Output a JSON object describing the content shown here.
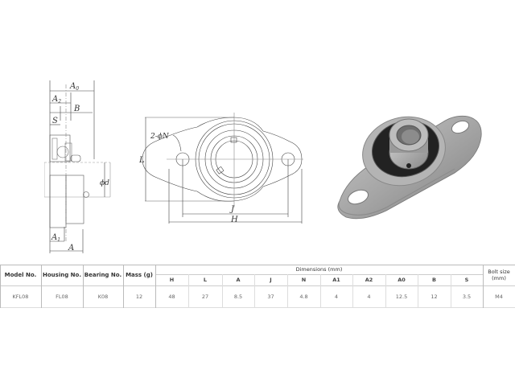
{
  "drawing": {
    "side_view_labels": {
      "A0": "A",
      "A0_sub": "0",
      "A2": "A",
      "A2_sub": "2",
      "B": "B",
      "S": "S",
      "d": "ϕd",
      "A1": "A",
      "A1_sub": "1",
      "A": "A"
    },
    "front_view_labels": {
      "N": "2-ϕN",
      "L": "L",
      "J": "J",
      "H": "H"
    }
  },
  "photo": {
    "description": "KFL08 zinc alloy pillow block flange bearing",
    "body_color": "#a9a9a9",
    "seal_color": "#1e1e1e"
  },
  "table": {
    "headers": {
      "model": "Model No.",
      "housing": "Housing No.",
      "bearing": "Bearing No.",
      "mass": "Mass (g)",
      "dimensions": "Dimensions (mm)",
      "bolt": "Bolt size",
      "bolt_unit": "(mm)"
    },
    "dimension_columns": [
      "H",
      "L",
      "A",
      "J",
      "N",
      "A1",
      "A2",
      "A0",
      "B",
      "S"
    ],
    "rows": [
      {
        "model": "KFL08",
        "housing": "FL08",
        "bearing": "K08",
        "mass": "12",
        "dims": [
          "48",
          "27",
          "8.5",
          "37",
          "4.8",
          "4",
          "4",
          "12.5",
          "12",
          "3.5"
        ],
        "bolt": "M4"
      }
    ]
  }
}
